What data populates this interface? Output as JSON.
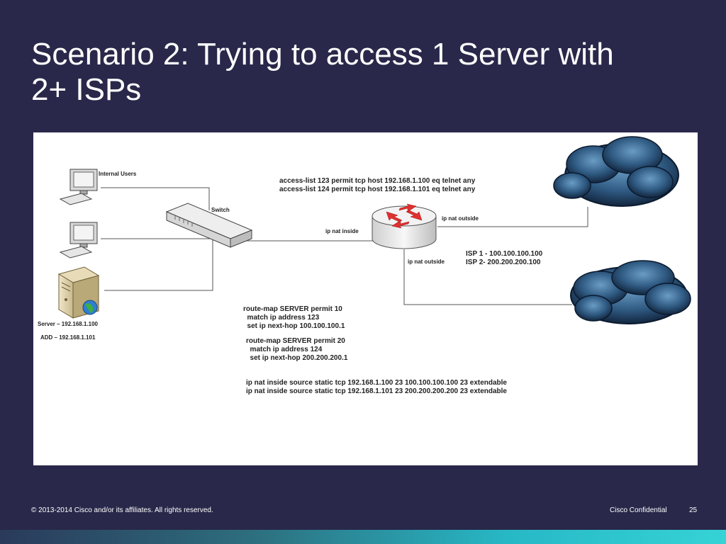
{
  "slide": {
    "title_line1": "Scenario 2:  Trying to access 1 Server with",
    "title_line2": "2+ ISPs"
  },
  "diagram": {
    "labels": {
      "internal_users": "Internal Users",
      "switch": "Switch",
      "ip_nat_inside": "ip nat inside",
      "ip_nat_outside_top": "ip nat outside",
      "ip_nat_outside_bottom": "ip nat outside",
      "server": "Server – 192.168.1.100",
      "server_add": "ADD – 192.168.1.101",
      "isp1": "ISP 1  -  100.100.100.100",
      "isp2": "ISP 2-   200.200.200.100"
    },
    "access_lists": [
      "access-list 123 permit tcp host 192.168.1.100 eq telnet any",
      "access-list 124 permit tcp host 192.168.1.101 eq telnet any"
    ],
    "route_map_1": [
      "route-map SERVER permit 10",
      "  match ip address 123",
      "  set ip next-hop 100.100.100.1"
    ],
    "route_map_2": [
      "route-map SERVER permit 20",
      "  match ip address 124",
      "  set ip next-hop 200.200.200.1"
    ],
    "nat_statements": [
      "ip nat inside source static tcp 192.168.1.100 23 100.100.100.100 23 extendable",
      "ip nat inside source static tcp 192.168.1.101 23 200.200.200.200 23 extendable"
    ]
  },
  "footer": {
    "copyright": "© 2013-2014  Cisco and/or its affiliates. All rights reserved.",
    "confidential": "Cisco Confidential",
    "page": "25"
  },
  "colors": {
    "background": "#29284a",
    "cloud": "#2f5a82",
    "router": "#e8e8e8",
    "router_arrows": "#e03030"
  }
}
